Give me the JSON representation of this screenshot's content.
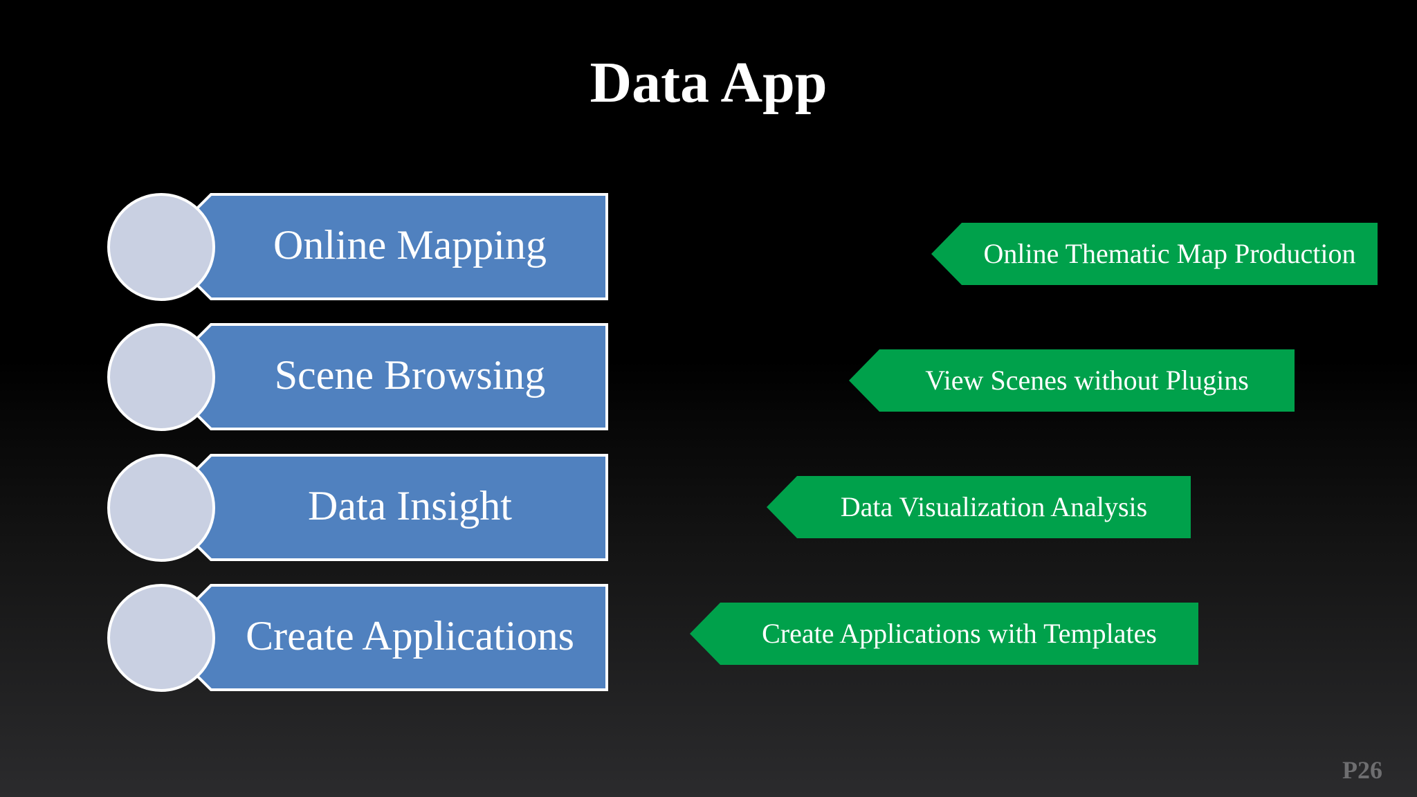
{
  "title": "Data App",
  "items": [
    {
      "label": "Online Mapping",
      "description": "Online Thematic Map Production"
    },
    {
      "label": "Scene Browsing",
      "description": "View Scenes without Plugins"
    },
    {
      "label": "Data Insight",
      "description": "Data Visualization Analysis"
    },
    {
      "label": "Create Applications",
      "description": "Create Applications with Templates"
    }
  ],
  "page_number": "P26",
  "colors": {
    "item_fill": "#5081bf",
    "item_border": "#ffffff",
    "circle_fill": "#c9d0e2",
    "tag_fill": "#00a14b",
    "background_top": "#000000",
    "background_bottom": "#2b2b2d"
  }
}
